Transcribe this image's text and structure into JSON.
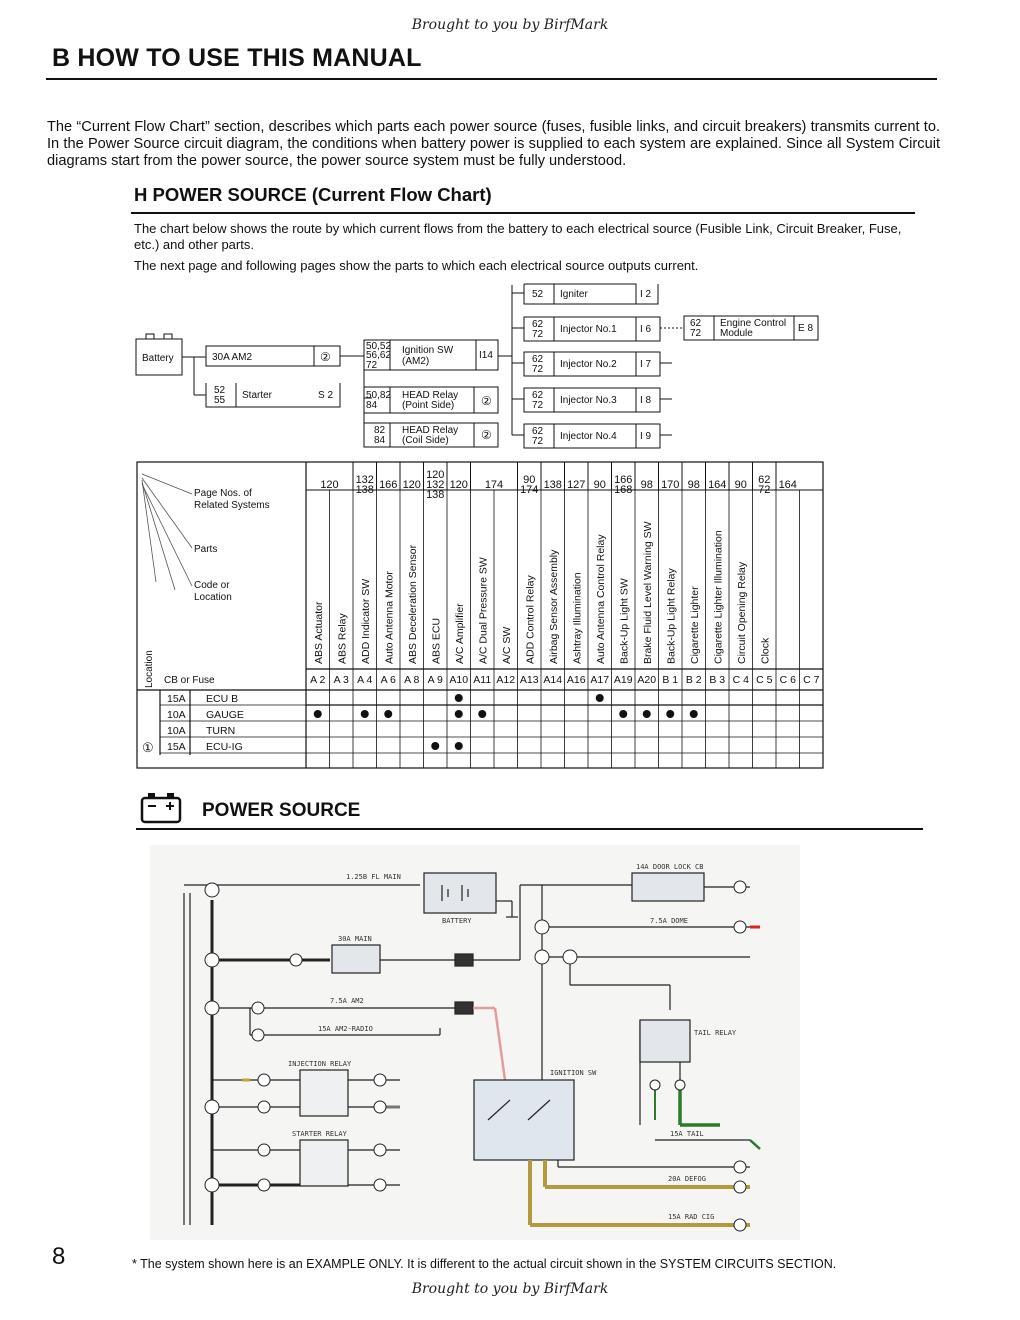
{
  "header": {
    "credit": "Brought to you by BirfMark"
  },
  "section": {
    "title": "B  HOW TO USE THIS MANUAL"
  },
  "intro": {
    "text": "The “Current Flow Chart” section, describes which parts each power source (fuses, fusible links, and circuit breakers) transmits current to. In the Power Source circuit diagram, the conditions when battery power is supplied to each system are explained. Since all System Circuit diagrams start from the power source, the power source system must be fully understood."
  },
  "subsection": {
    "title": "H  POWER SOURCE (Current Flow Chart)",
    "para1": "The chart below shows the route by which current flows from the battery to each electrical source (Fusible Link, Circuit Breaker, Fuse, etc.) and other parts.",
    "para2": "The next page and following pages show the parts to which each electrical source outputs current."
  },
  "flow_diagram": {
    "battery": "Battery",
    "am2": "30A  AM2",
    "am2_ref": "②",
    "starter_codes": [
      "52",
      "55"
    ],
    "starter": "Starter",
    "starter_code": "S  2",
    "ign_codes": [
      "50,52",
      "56,62",
      "72"
    ],
    "ign_label": [
      "Ignition SW",
      "(AM2)"
    ],
    "ign_code": "I14",
    "head_point_codes": [
      "50,82",
      "84"
    ],
    "head_point_label": [
      "HEAD Relay",
      "(Point Side)"
    ],
    "head_point_ref": "②",
    "head_coil_codes": [
      "82",
      "84"
    ],
    "head_coil_label": [
      "HEAD Relay",
      "(Coil Side)"
    ],
    "head_coil_ref": "②",
    "igniter_code": "52",
    "igniter": "Igniter",
    "igniter_loc": "I  2",
    "inj1_codes": [
      "62",
      "72"
    ],
    "inj1": "Injector No.1",
    "inj1_loc": "I  6",
    "inj2_codes": [
      "62",
      "72"
    ],
    "inj2": "Injector No.2",
    "inj2_loc": "I  7",
    "inj3_codes": [
      "62",
      "72"
    ],
    "inj3": "Injector No.3",
    "inj3_loc": "I  8",
    "inj4_codes": [
      "62",
      "72"
    ],
    "inj4": "Injector No.4",
    "inj4_loc": "I  9",
    "ecm_codes": [
      "62",
      "72"
    ],
    "ecm": [
      "Engine Control",
      "Module"
    ],
    "ecm_loc": "E  8"
  },
  "flow_table": {
    "label_page": [
      "Page Nos. of",
      "Related Systems"
    ],
    "label_parts": "Parts",
    "label_code": [
      "Code  or",
      "Location"
    ],
    "label_location": "Location",
    "label_cbfuse": "CB  or  Fuse",
    "page_groups": [
      [
        "120"
      ],
      [
        "132",
        "138"
      ],
      [
        "166"
      ],
      [
        "120"
      ],
      [
        "120",
        "132",
        "138"
      ],
      [
        "120"
      ],
      [
        "174"
      ],
      [
        "90",
        "174"
      ],
      [
        "138"
      ],
      [
        "127"
      ],
      [
        "90"
      ],
      [
        "166",
        "168"
      ],
      [
        "98"
      ],
      [
        "170"
      ],
      [
        "98"
      ],
      [
        "164"
      ],
      [
        "90"
      ],
      [
        "62",
        "72"
      ],
      [
        "164"
      ]
    ],
    "columns": [
      {
        "part": "ABS Actuator",
        "code": "A  2"
      },
      {
        "part": "ABS Relay",
        "code": "A  3"
      },
      {
        "part": "ADD Indicator SW",
        "code": "A  4"
      },
      {
        "part": "Auto Antenna Motor",
        "code": "A  6"
      },
      {
        "part": "ABS Deceleration Sensor",
        "code": "A  8"
      },
      {
        "part": "ABS ECU",
        "code": "A  9"
      },
      {
        "part": "A/C Amplifier",
        "code": "A10"
      },
      {
        "part": "A/C Dual Pressure SW",
        "code": "A11"
      },
      {
        "part": "A/C SW",
        "code": "A12"
      },
      {
        "part": "ADD Control Relay",
        "code": "A13"
      },
      {
        "part": "Airbag Sensor Assembly",
        "code": "A14"
      },
      {
        "part": "Ashtray Illumination",
        "code": "A16"
      },
      {
        "part": "Auto Antenna Control Relay",
        "code": "A17"
      },
      {
        "part": "Back-Up Light SW",
        "code": "A19"
      },
      {
        "part": "Brake Fluid Level Warning SW",
        "code": "A20"
      },
      {
        "part": "Back-Up Light Relay",
        "code": "B  1"
      },
      {
        "part": "Cigarette Lighter",
        "code": "B  2"
      },
      {
        "part": "Cigarette Lighter Illumination",
        "code": "B  3"
      },
      {
        "part": "Circuit Opening Relay",
        "code": "C  4"
      },
      {
        "part": "Clock",
        "code": "C  5"
      },
      {
        "part": "",
        "code": "C  6"
      },
      {
        "part": "",
        "code": "C  7"
      }
    ],
    "location_mark": "①",
    "rows": [
      {
        "amp": "15A",
        "fuse": "ECU  B"
      },
      {
        "amp": "10A",
        "fuse": "GAUGE"
      },
      {
        "amp": "10A",
        "fuse": "TURN"
      },
      {
        "amp": "15A",
        "fuse": "ECU-IG"
      }
    ],
    "dots": [
      [
        6,
        12
      ],
      [
        0,
        2,
        3,
        6,
        7,
        13,
        14,
        15,
        16
      ],
      [],
      [
        5,
        6
      ]
    ]
  },
  "power_source": {
    "title": "POWER SOURCE",
    "labels": {
      "fl_main": "1.25B FL MAIN",
      "battery": "BATTERY",
      "main": "30A MAIN",
      "am2": "7.5A AM2",
      "am2_radio": "15A AM2-RADIO",
      "inj_relay": "INJECTION RELAY",
      "starter_relay": "STARTER RELAY",
      "ign_sw": "IGNITION SW",
      "door_lock": "14A DOOR LOCK CB",
      "dome": "7.5A DOME",
      "tail_relay": "TAIL RELAY",
      "tail": "15A TAIL",
      "defog": "20A DEFOG",
      "rad_cig": "15A RAD CIG"
    }
  },
  "footer": {
    "page_number": "8",
    "note": "*  The system shown here is an EXAMPLE ONLY.  It is different to the actual circuit shown in the SYSTEM CIRCUITS SECTION."
  }
}
